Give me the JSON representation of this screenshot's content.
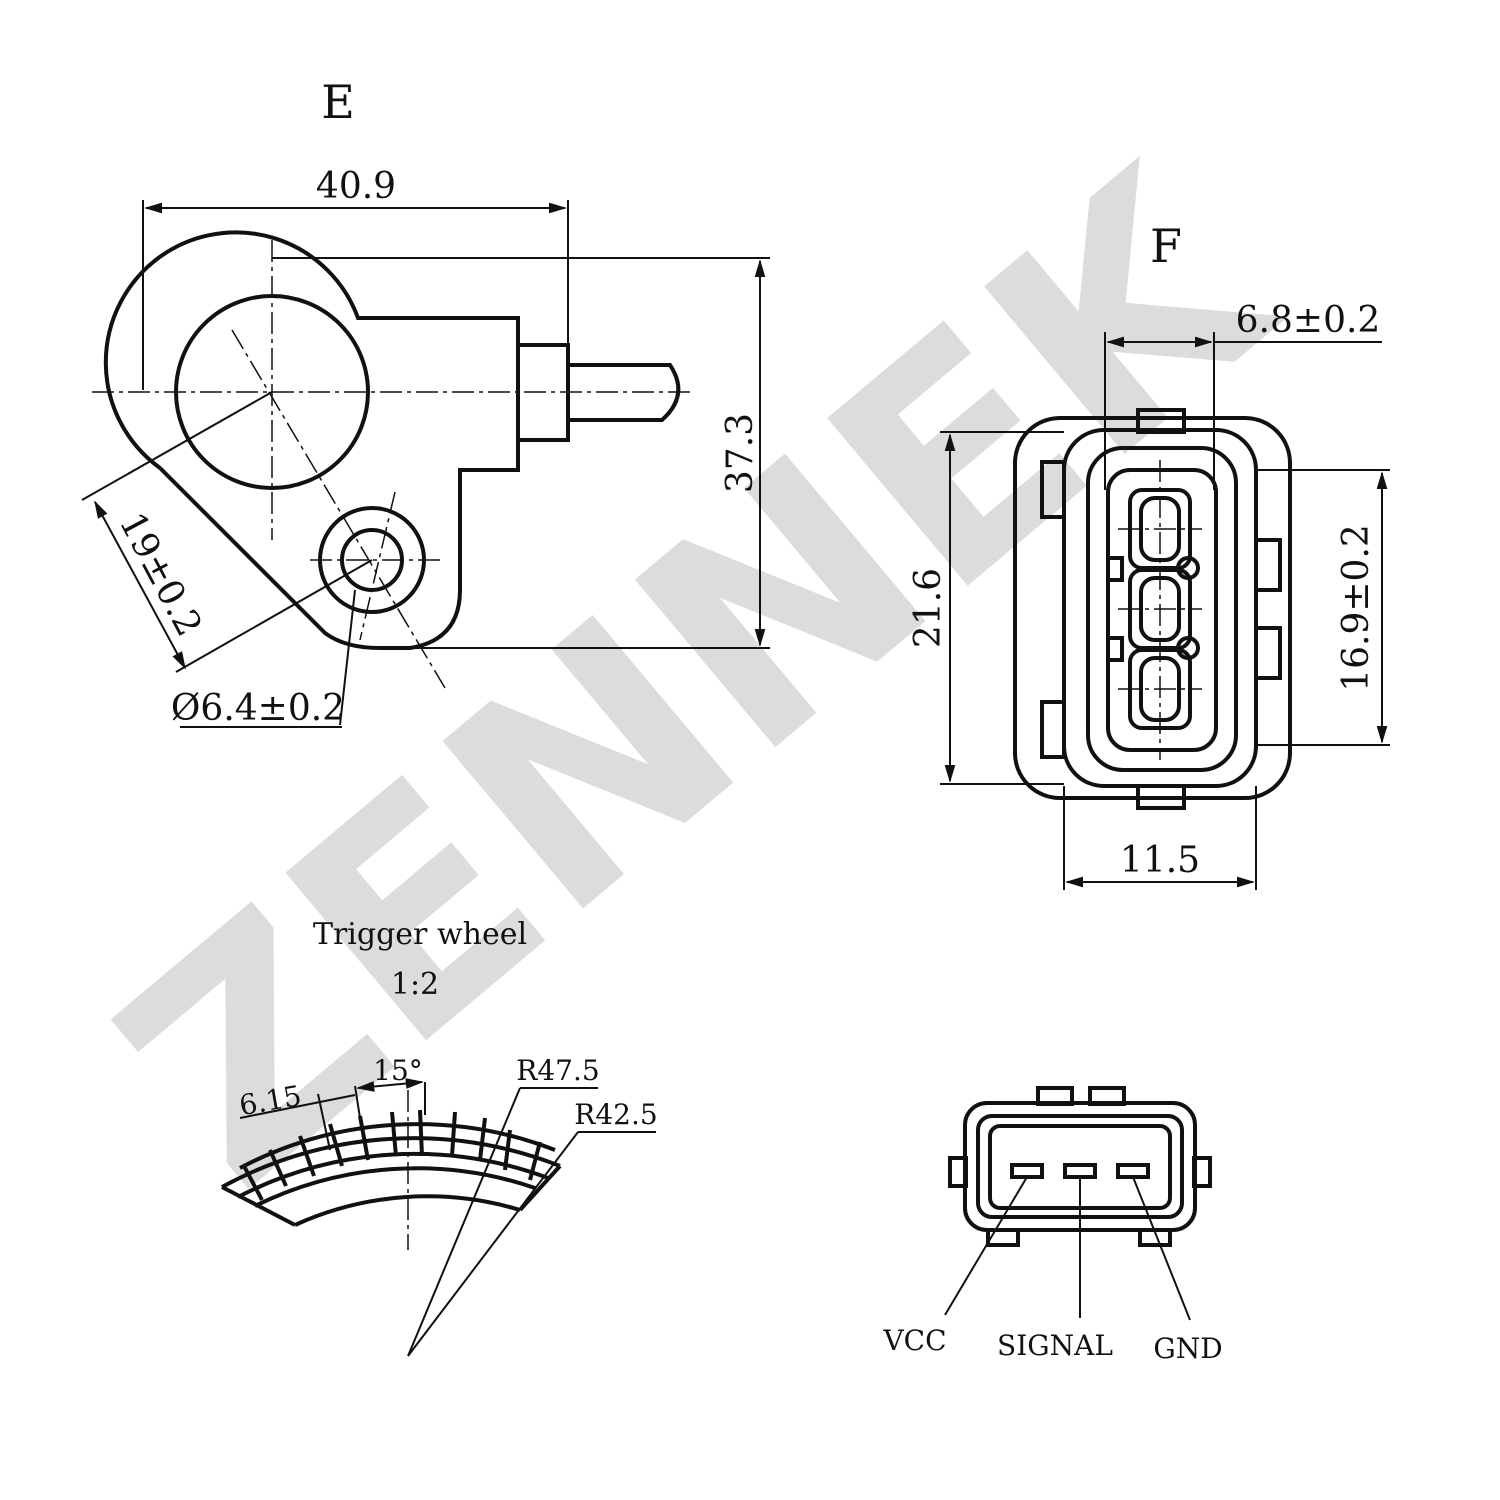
{
  "watermark": {
    "text": "ZENNEK",
    "color": "#d9d9d9"
  },
  "view_e": {
    "label": "E",
    "width": "40.9",
    "height": "37.3",
    "hole_dist": "19±0.2",
    "hole_dia": "Ø6.4±0.2"
  },
  "view_f": {
    "label": "F",
    "pin_pitch": "6.8±0.2",
    "height": "21.6",
    "pin_span": "16.9±0.2",
    "width": "11.5"
  },
  "trigger": {
    "title": "Trigger wheel",
    "ratio": "1:2",
    "tooth": "6.15",
    "angle": "15°",
    "r_outer": "R47.5",
    "r_inner": "R42.5"
  },
  "pins": {
    "vcc": "VCC",
    "signal": "SIGNAL",
    "gnd": "GND"
  }
}
